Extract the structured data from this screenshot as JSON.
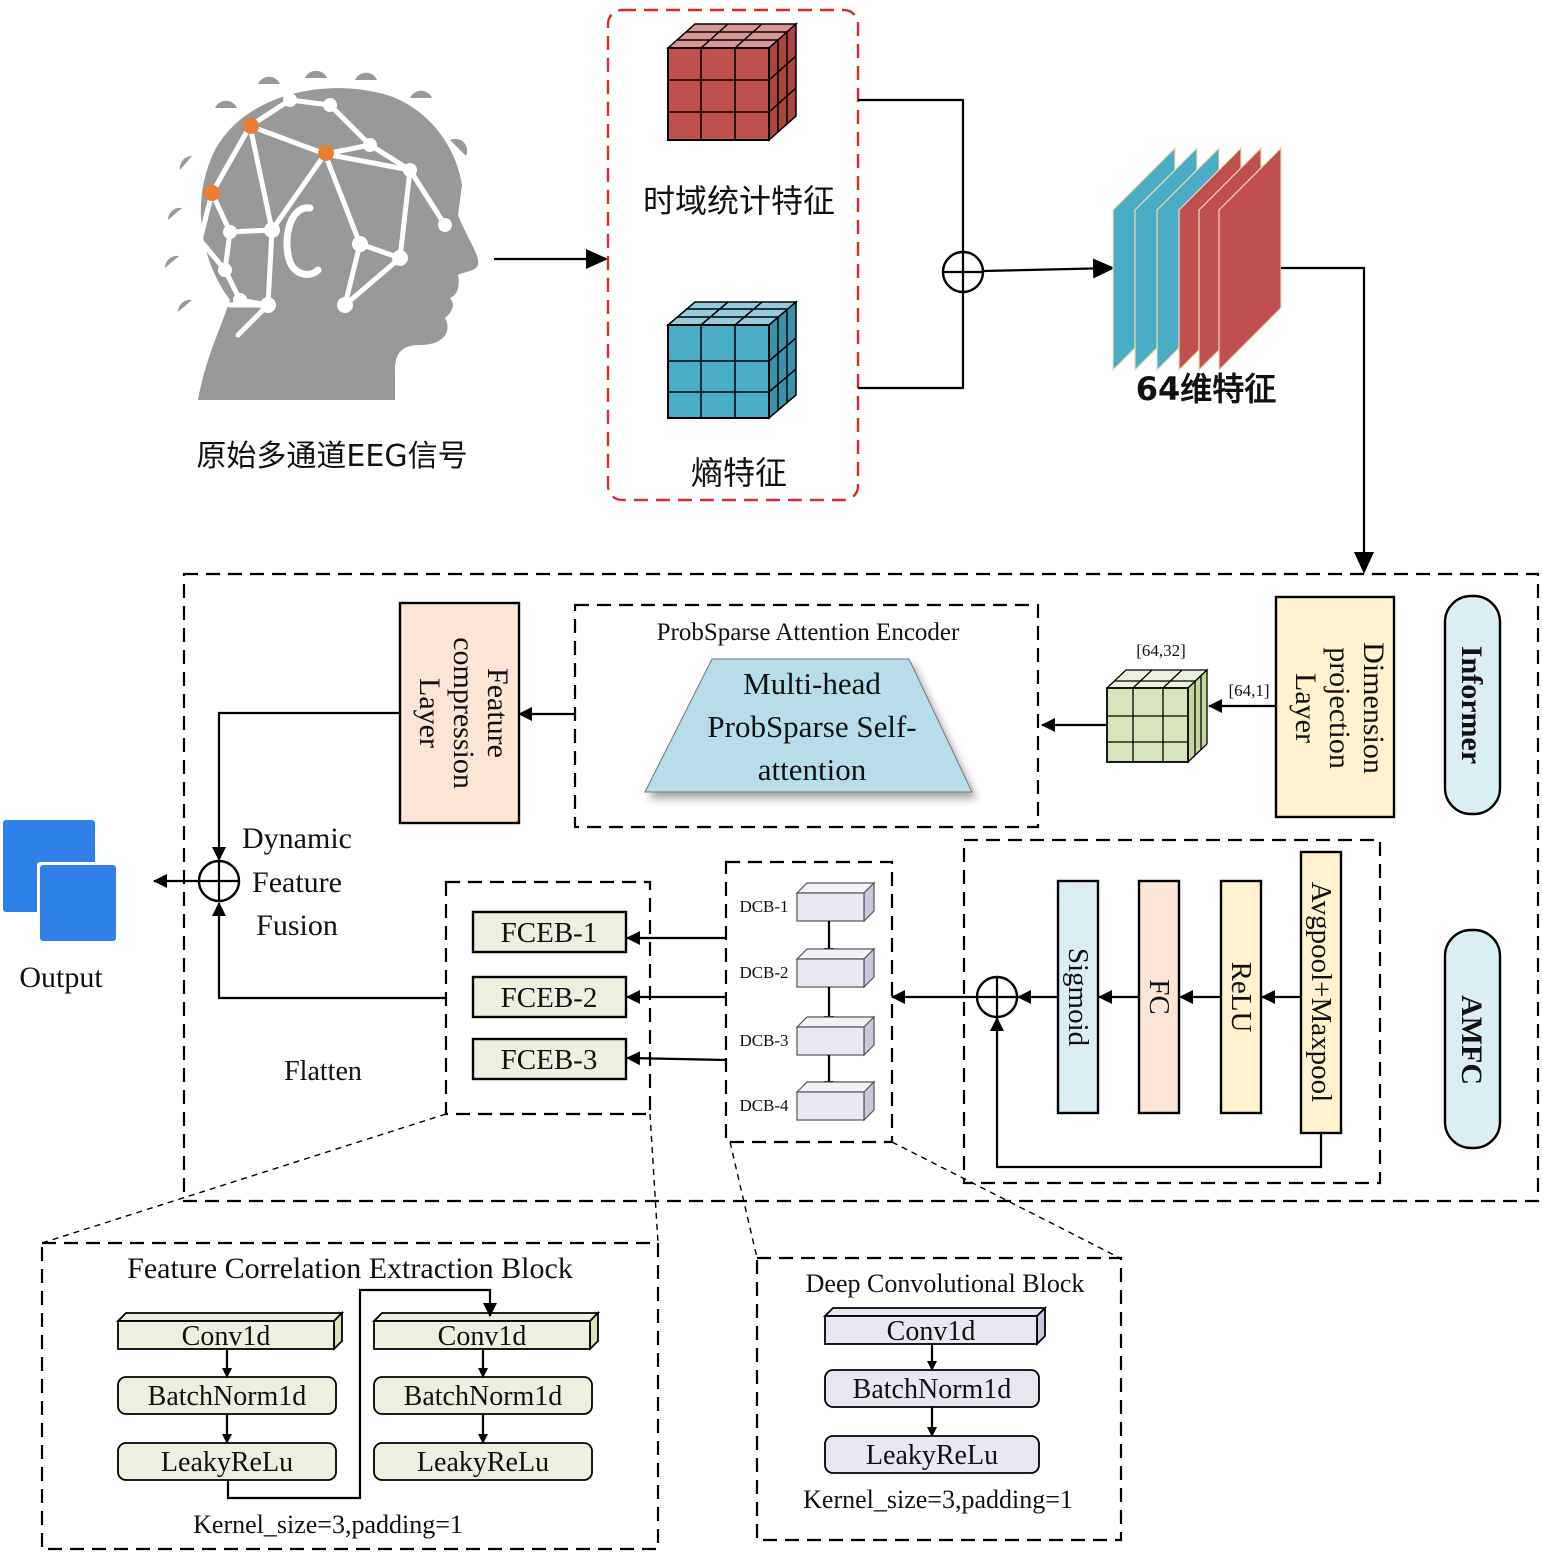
{
  "input": {
    "eeg_label": "原始多通道EEG信号",
    "icon": "eeg-head-icon"
  },
  "feature_extraction": {
    "time_domain_label": "时域统计特征",
    "entropy_label": "熵特征",
    "fused_label": "64维特征",
    "colors": {
      "time_domain": "#c0504d",
      "entropy": "#4bacc6",
      "border": "#d62c2c"
    }
  },
  "informer": {
    "tag": "Informer",
    "dimension_projection": [
      "Dimension",
      "projection",
      "Layer"
    ],
    "shape_in": "[64,1]",
    "shape_tensor": "[64,32]",
    "encoder_title": "ProbSparse Attention Encoder",
    "attention_lines": [
      "Multi-head",
      "ProbSparse Self-",
      "attention"
    ],
    "feature_compression": [
      "Feature",
      "compression",
      "Layer"
    ]
  },
  "amfc": {
    "tag": "AMFC",
    "layers": [
      "Avgpool+Maxpool",
      "ReLU",
      "FC",
      "Sigmoid"
    ]
  },
  "dcb": {
    "items": [
      "DCB-1",
      "DCB-2",
      "DCB-3",
      "DCB-4"
    ]
  },
  "fceb": {
    "items": [
      "FCEB-1",
      "FCEB-2",
      "FCEB-3"
    ],
    "flatten_label": "Flatten"
  },
  "fusion": {
    "lines": [
      "Dynamic",
      "Feature",
      "Fusion"
    ],
    "output_label": "Output"
  },
  "fceb_detail": {
    "title": "Feature Correlation Extraction Block",
    "layers": [
      "Conv1d",
      "BatchNorm1d",
      "LeakyReLu"
    ],
    "params": "Kernel_size=3,padding=1"
  },
  "dcb_detail": {
    "title": "Deep Convolutional Block",
    "layers": [
      "Conv1d",
      "BatchNorm1d",
      "LeakyReLu"
    ],
    "params": "Kernel_size=3,padding=1"
  },
  "colors": {
    "informer_tag_fill": "#dbeef4",
    "dimension_fill": "#fff2cc",
    "compression_fill": "#fbe5d6",
    "attention_fill": "#b7dde8",
    "green_fill": "#ebf1de",
    "cube_green": "#d7e4bd",
    "purple_fill": "#e9e7f1",
    "sigmoid_fill": "#dbeef4",
    "fc_fill": "#fbe5d6",
    "relu_fill": "#fff2cc",
    "avgpool_fill": "#fff2cc",
    "output_blue": "#2f80e8"
  }
}
